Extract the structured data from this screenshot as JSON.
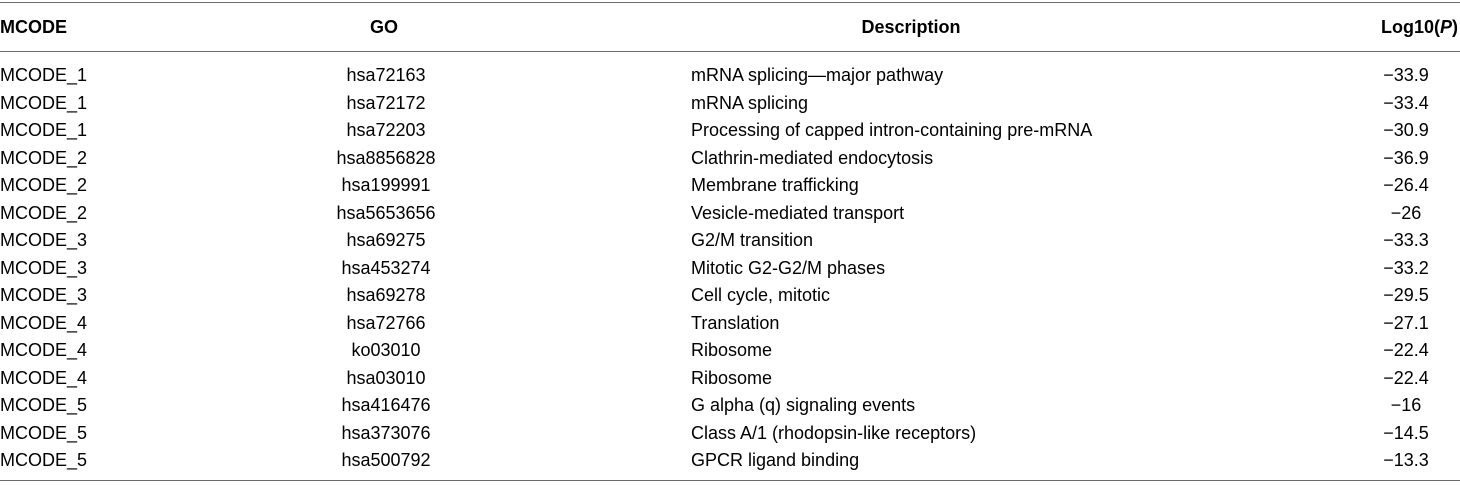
{
  "table": {
    "headers": {
      "mcode": "MCODE",
      "go": "GO",
      "description": "Description",
      "log_prefix": "Log10(",
      "log_var": "P",
      "log_suffix": ")"
    },
    "rows": [
      {
        "mcode": "MCODE_1",
        "go": "hsa72163",
        "description": "mRNA splicing—major pathway",
        "log": "−33.9"
      },
      {
        "mcode": "MCODE_1",
        "go": "hsa72172",
        "description": "mRNA splicing",
        "log": "−33.4"
      },
      {
        "mcode": "MCODE_1",
        "go": "hsa72203",
        "description": "Processing of capped intron-containing pre-mRNA",
        "log": "−30.9"
      },
      {
        "mcode": "MCODE_2",
        "go": "hsa8856828",
        "description": "Clathrin-mediated endocytosis",
        "log": "−36.9"
      },
      {
        "mcode": "MCODE_2",
        "go": "hsa199991",
        "description": "Membrane trafficking",
        "log": "−26.4"
      },
      {
        "mcode": "MCODE_2",
        "go": "hsa5653656",
        "description": "Vesicle-mediated transport",
        "log": "−26"
      },
      {
        "mcode": "MCODE_3",
        "go": "hsa69275",
        "description": "G2/M transition",
        "log": "−33.3"
      },
      {
        "mcode": "MCODE_3",
        "go": "hsa453274",
        "description": "Mitotic G2-G2/M phases",
        "log": "−33.2"
      },
      {
        "mcode": "MCODE_3",
        "go": "hsa69278",
        "description": "Cell cycle, mitotic",
        "log": "−29.5"
      },
      {
        "mcode": "MCODE_4",
        "go": "hsa72766",
        "description": "Translation",
        "log": "−27.1"
      },
      {
        "mcode": "MCODE_4",
        "go": "ko03010",
        "description": "Ribosome",
        "log": "−22.4"
      },
      {
        "mcode": "MCODE_4",
        "go": "hsa03010",
        "description": "Ribosome",
        "log": "−22.4"
      },
      {
        "mcode": "MCODE_5",
        "go": "hsa416476",
        "description": "G alpha (q) signaling events",
        "log": "−16"
      },
      {
        "mcode": "MCODE_5",
        "go": "hsa373076",
        "description": "Class A/1 (rhodopsin-like receptors)",
        "log": "−14.5"
      },
      {
        "mcode": "MCODE_5",
        "go": "hsa500792",
        "description": "GPCR ligand binding",
        "log": "−13.3"
      }
    ]
  }
}
